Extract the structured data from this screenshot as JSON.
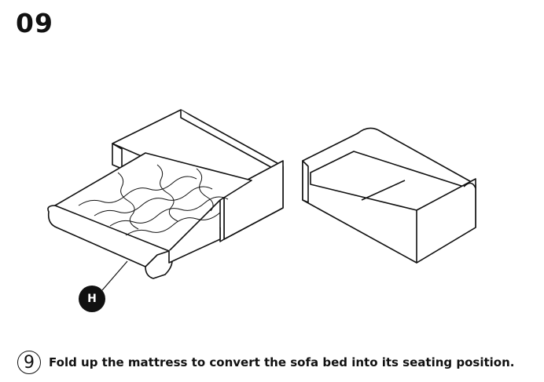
{
  "step": {
    "number": "09"
  },
  "callout": {
    "label": "H"
  },
  "instruction": {
    "index": "9",
    "text": "Fold up the mattress to convert the sofa bed into its seating position."
  }
}
